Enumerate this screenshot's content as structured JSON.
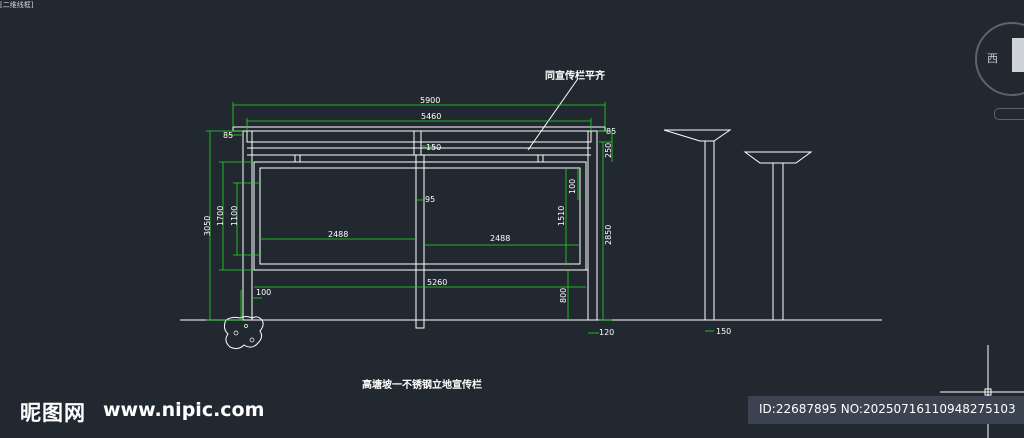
{
  "window": {
    "title": "[二维线框]"
  },
  "drawing": {
    "callout": "同宣传栏平齐",
    "caption": "高塘坡一不锈钢立地宣传栏",
    "dimensions": {
      "overall_width": "5900",
      "inner_width": "5460",
      "frame_width": "5260",
      "left_panel": "2488",
      "right_panel": "2488",
      "overall_height": "3050",
      "board_height": "1700",
      "panel_height": "1100",
      "post_height": "2850",
      "top_offset": "250",
      "panel_inner": "1510",
      "bottom_clear": "800",
      "edge_left": "85",
      "edge_right": "85",
      "cap_gap": "150",
      "mid_post": "95",
      "inner_margin": "100",
      "foot_margin": "100",
      "post_width": "120",
      "pole_width": "150"
    }
  },
  "watermark": {
    "logo": "昵图网",
    "site": "www.nipic.com",
    "id_text": "ID:22687895 NO:20250716110948275103"
  },
  "viewcube": {
    "compass": "西"
  },
  "colors": {
    "background": "#212830",
    "lines": "#ffffff",
    "dimensions": "#00ff00"
  }
}
